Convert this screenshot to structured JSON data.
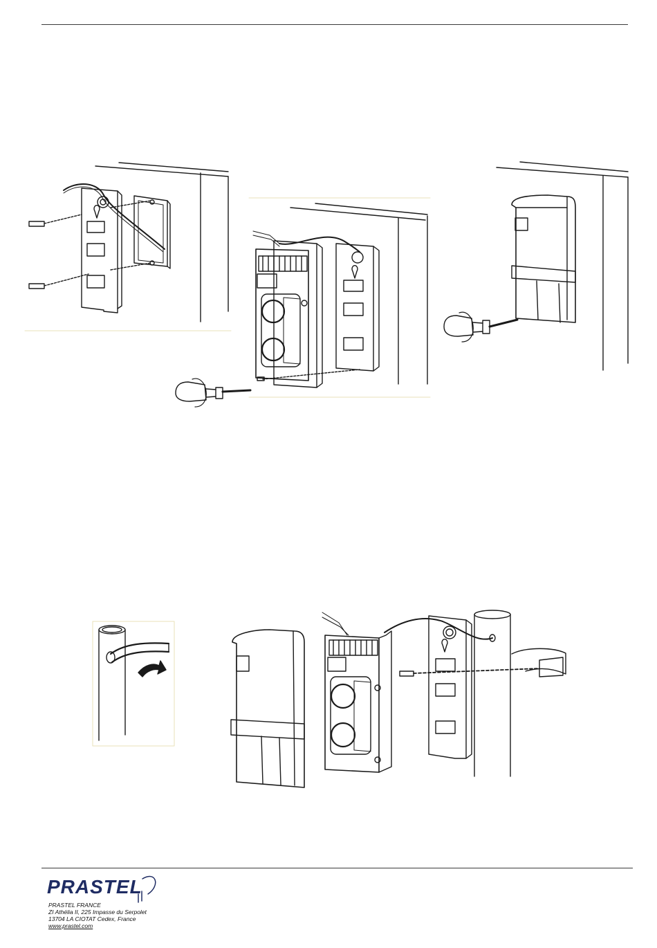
{
  "brand": {
    "logo_text": "PRASTEL",
    "brand_color": "#1f2c63"
  },
  "footer": {
    "company": "PRASTEL FRANCE",
    "address_line1": "ZI Athélia II, 225 Impasse du Serpolet",
    "address_line2": "13704 LA CIOTAT Cedex, France",
    "website": "www.prastel.com"
  },
  "figures": {
    "wall_mounting": [
      "wall-mount-step-base",
      "wall-mount-step-unit",
      "wall-mount-step-cover"
    ],
    "pole_mounting": [
      "pole-cable-detail",
      "pole-mount-exploded"
    ],
    "icons": [
      "screw-icon",
      "screwdriver-icon",
      "rotation-arrow-icon",
      "cable-arrow-icon"
    ]
  }
}
